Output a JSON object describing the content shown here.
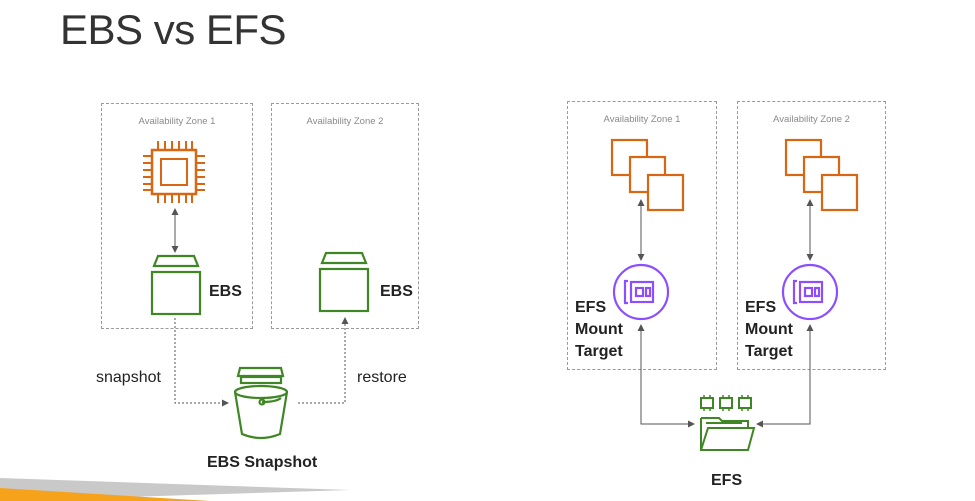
{
  "title": "EBS vs EFS",
  "ebs_side": {
    "az1_label": "Availability Zone 1",
    "az2_label": "Availability Zone 2",
    "ebs_label_1": "EBS",
    "ebs_label_2": "EBS",
    "snapshot_label": "snapshot",
    "restore_label": "restore",
    "snapshot_caption": "EBS Snapshot"
  },
  "efs_side": {
    "az1_label": "Availability Zone 1",
    "az2_label": "Availability Zone 2",
    "mount_target_1": [
      "EFS",
      "Mount",
      "Target"
    ],
    "mount_target_2": [
      "EFS",
      "Mount",
      "Target"
    ],
    "efs_caption": "EFS"
  },
  "colors": {
    "compute_orange": "#D86613",
    "storage_green": "#3F8624",
    "network_purple": "#8C4FFF",
    "accent_bar": "#F7A21B",
    "bar_gray": "#C9C9C9"
  }
}
